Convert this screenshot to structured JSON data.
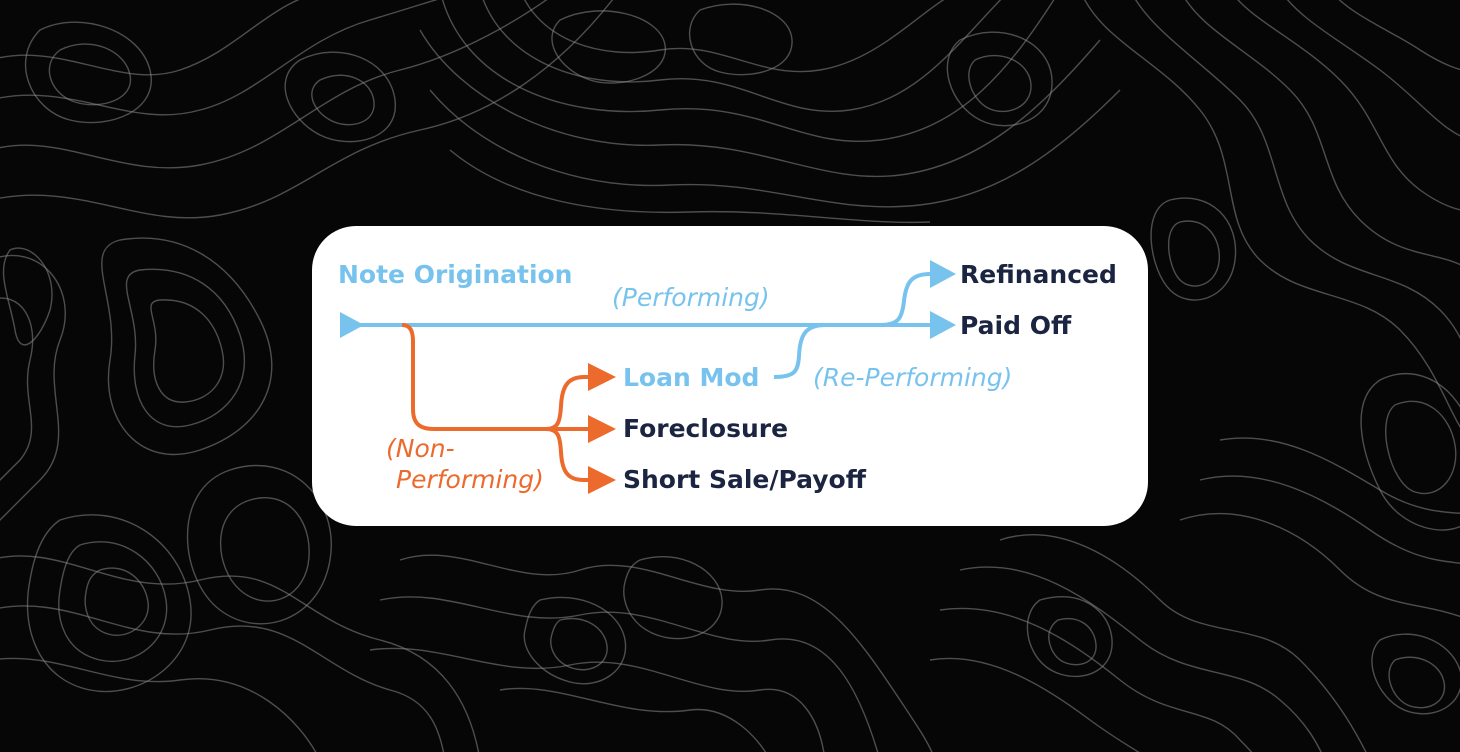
{
  "colors": {
    "background": "#060606",
    "contour_lines": "#8a8a8a",
    "card": "#ffffff",
    "performing_path": "#77c3ee",
    "non_performing_path": "#ec6a2c",
    "outcome_text": "#1b2542"
  },
  "diagram": {
    "start": "Note Origination",
    "performing_label": "(Performing)",
    "non_performing_label_line1": "(Non-",
    "non_performing_label_line2": "Performing)",
    "re_performing_label": "(Re-Performing)",
    "outcomes": {
      "refinanced": "Refinanced",
      "paid_off": "Paid Off",
      "loan_mod": "Loan Mod",
      "foreclosure": "Foreclosure",
      "short_sale": "Short Sale/Payoff"
    }
  }
}
